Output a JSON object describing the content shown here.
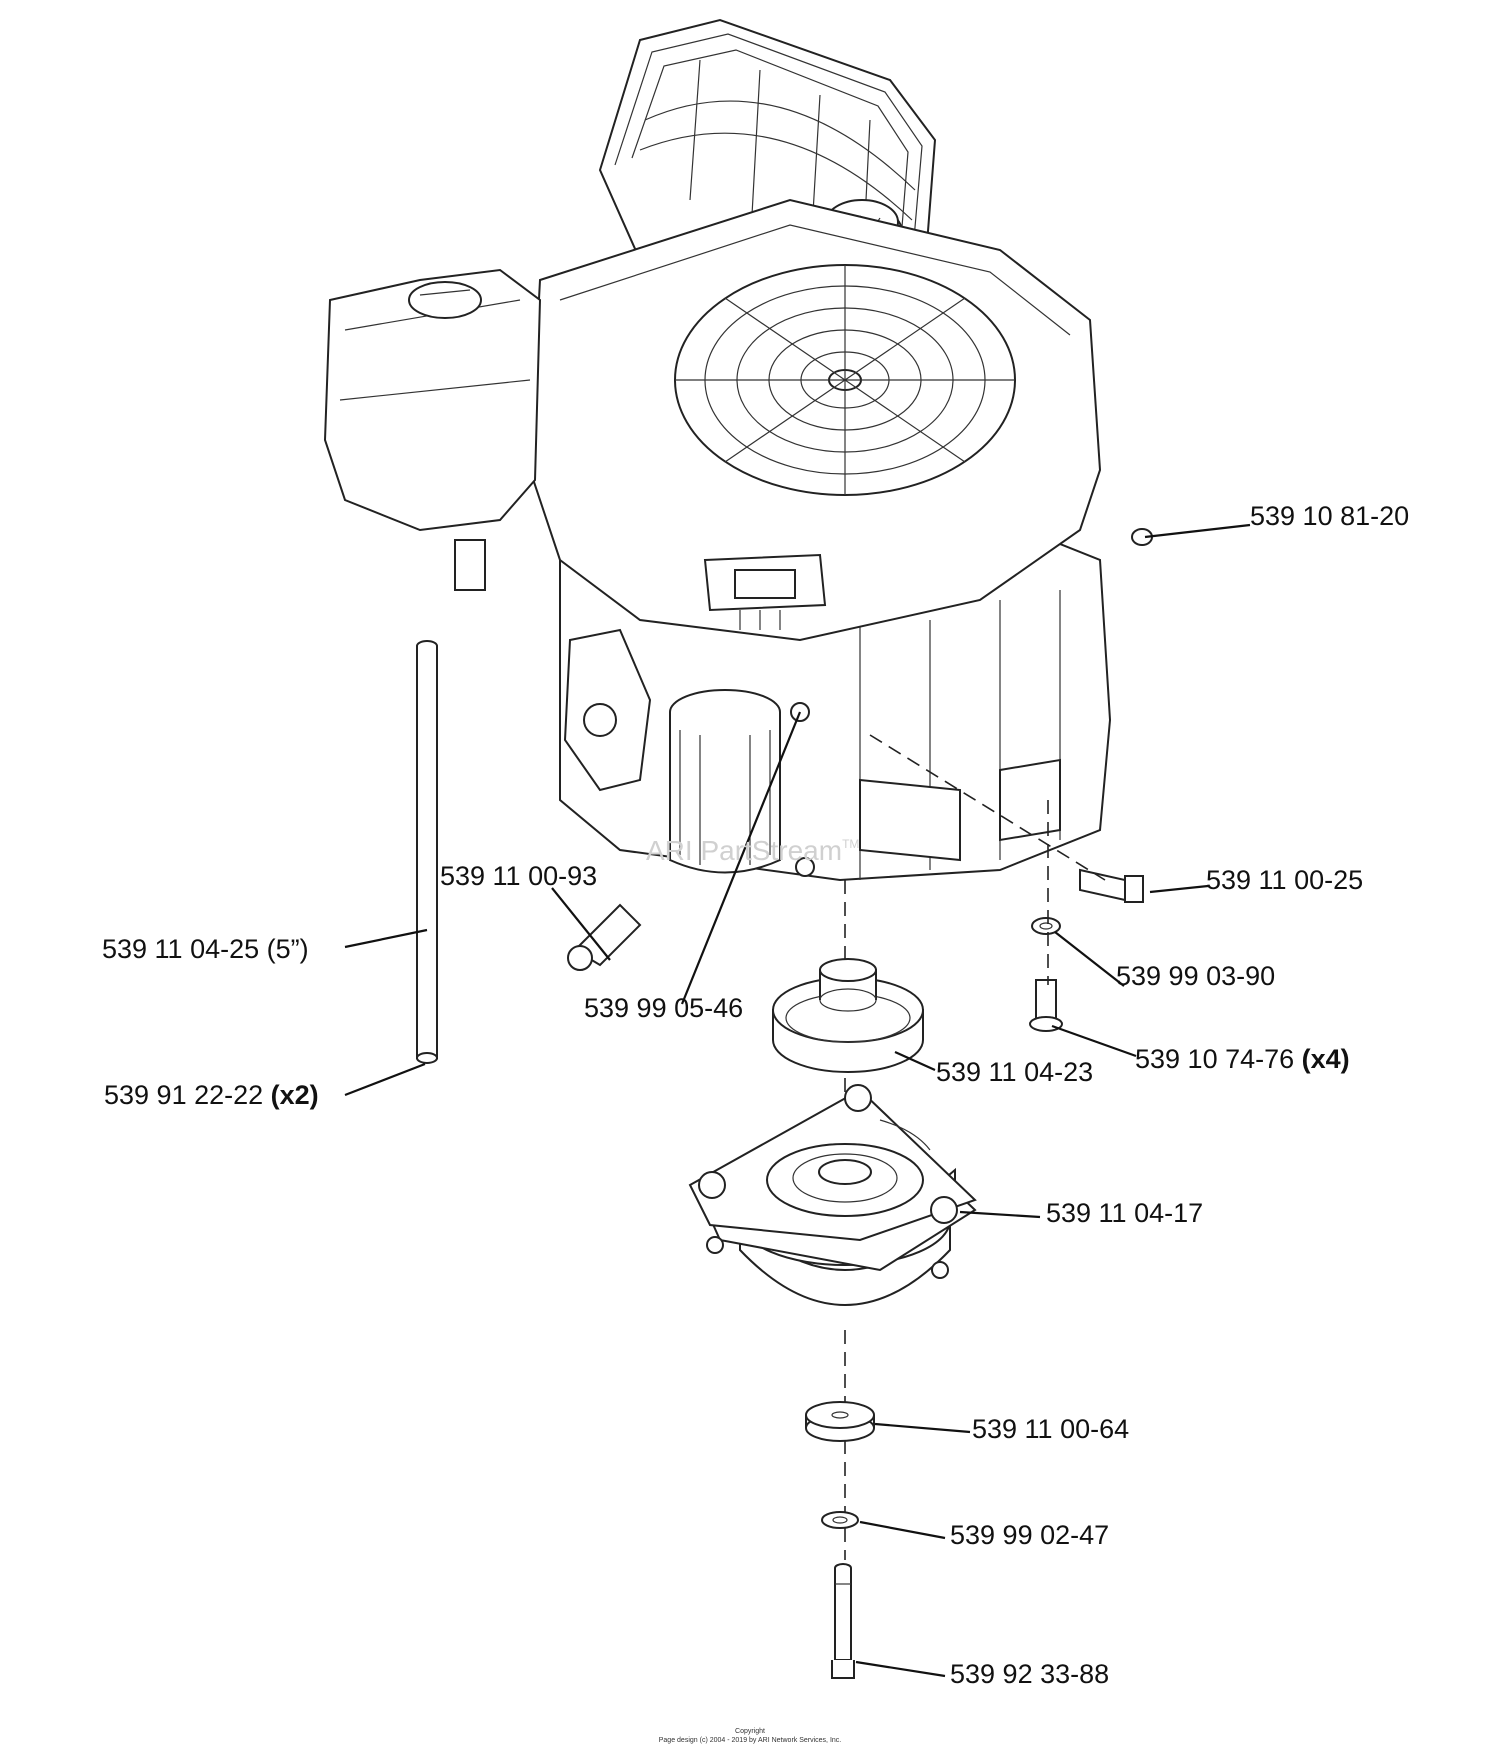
{
  "watermark": "ARI PartStream",
  "watermark_tm": "TM",
  "footer": {
    "copyright": "Copyright",
    "page_design": "Page design (c) 2004 - 2019 by ARI Network Services, Inc."
  },
  "callouts": [
    {
      "part": "539 10 81-20",
      "qty": ""
    },
    {
      "part": "539 11 00-93",
      "qty": ""
    },
    {
      "part": "539 11 04-25 (5”)",
      "qty": ""
    },
    {
      "part": "539 11 00-25",
      "qty": ""
    },
    {
      "part": "539 99 03-90",
      "qty": ""
    },
    {
      "part": "539 99 05-46",
      "qty": ""
    },
    {
      "part": "539 10 74-76",
      "qty": "(x4)"
    },
    {
      "part": "539 11 04-23",
      "qty": ""
    },
    {
      "part": "539 91 22-22",
      "qty": "(x2)"
    },
    {
      "part": "539 11 04-17",
      "qty": ""
    },
    {
      "part": "539 11 00-64",
      "qty": ""
    },
    {
      "part": "539 99 02-47",
      "qty": ""
    },
    {
      "part": "539 92 33-88",
      "qty": ""
    }
  ]
}
